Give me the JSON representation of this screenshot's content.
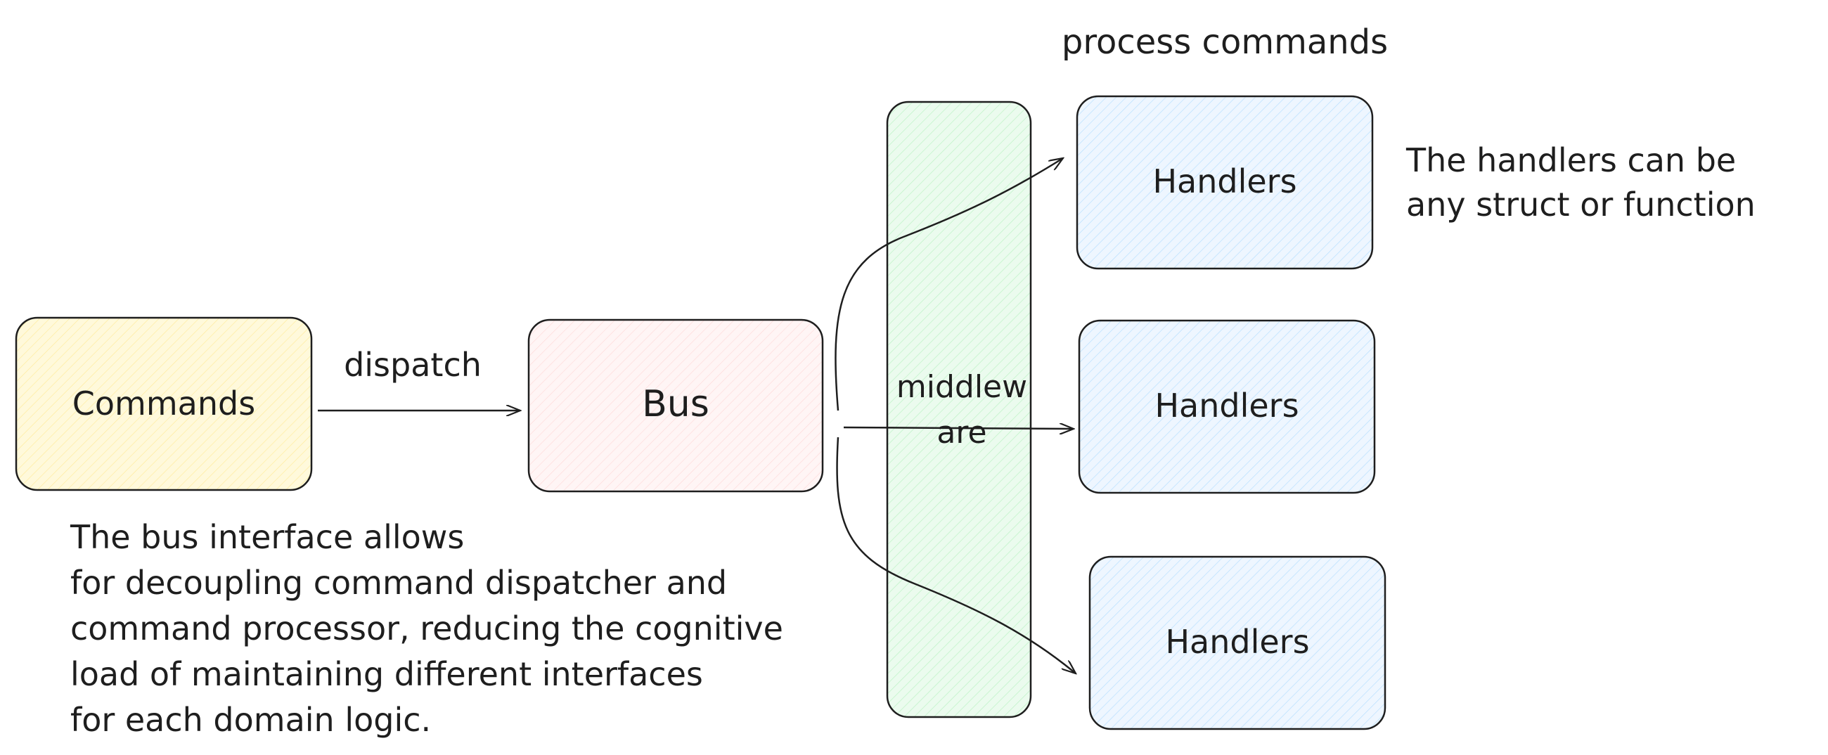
{
  "diagram": {
    "commands": {
      "label": "Commands",
      "fill": "#fff3bf",
      "stroke": "#1e1e1e"
    },
    "dispatch": {
      "label": "dispatch"
    },
    "bus": {
      "label": "Bus",
      "fill": "#ffe3e3",
      "stroke": "#1e1e1e"
    },
    "middleware": {
      "line1": "middlew",
      "line2": "are",
      "fill": "#d3f9d8",
      "stroke": "#1e1e1e"
    },
    "process": {
      "label": "process commands"
    },
    "handlers": [
      {
        "label": "Handlers"
      },
      {
        "label": "Handlers"
      },
      {
        "label": "Handlers"
      }
    ],
    "handlers_fill": "#dbeafe",
    "handlers_note": {
      "line1": "The handlers can be",
      "line2": "any struct or function"
    },
    "bus_note": {
      "line1": "The bus interface allows",
      "line2": "for decoupling command dispatcher and",
      "line3": "command processor, reducing the cognitive",
      "line4": "load of maintaining different interfaces",
      "line5": "for each domain logic."
    }
  }
}
